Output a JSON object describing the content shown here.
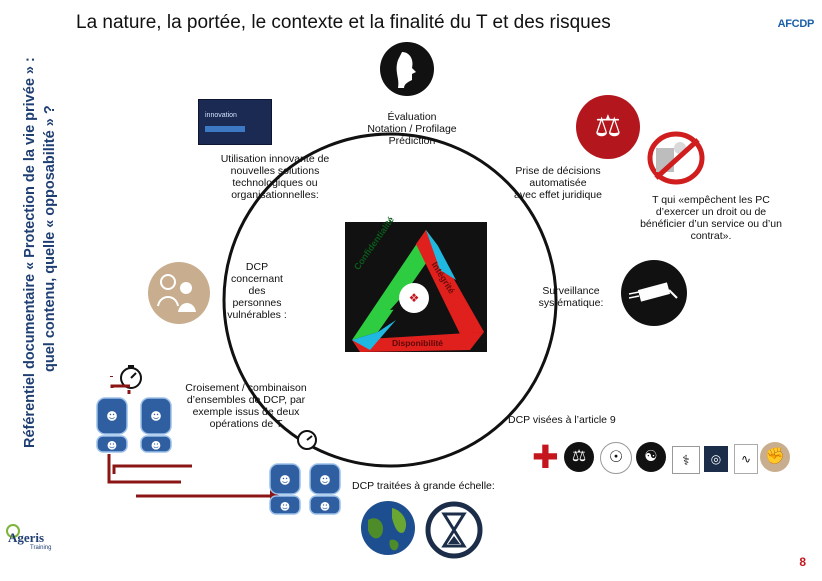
{
  "sidebar": {
    "line1": "Référentiel documentaire « Protection de la vie privée » :",
    "line2": "quel contenu, quelle « opposabilité » ?"
  },
  "title": "La nature, la portée, le contexte et la finalité du T et des risques",
  "brand_top": "AFCDP",
  "brand_bottom": {
    "name": "Ageris",
    "sub": "Training"
  },
  "labels": {
    "evaluation": "Évaluation\nNotation / Profilage\nPrédiction",
    "innovation": "Utilisation innovante de\nnouvelles solutions\ntechnologiques ou\norganisationnelles:",
    "innovation_badge": "innovation",
    "decision": "Prise de décisions\nautomatisée\navec effet juridique",
    "pc": "T qui «empêchent les PC\nd’exercer un droit ou de\nbénéficier d’un service ou d’un\ncontrat».",
    "vulnerable": "DCP\nconcernant\ndes\npersonnes\nvulnérables :",
    "surveillance": "Surveillance\nsystématique:",
    "croisement": "Croisement / combinaison\nd’ensembles de DCP, par\nexemple issus de deux\nopérations de T",
    "article9": "DCP   visées à l’article 9",
    "grande_echelle": "DCP traitées à grande échelle:"
  },
  "triangle": {
    "left": "Confidentialité",
    "right": "Intégrité",
    "bottom": "Disponibilité"
  },
  "page_number": "8",
  "colors": {
    "sidebar_text": "#1f3f73",
    "accent_red": "#c4161c",
    "ring": "#111111",
    "tri_green": "#2ecc40",
    "tri_cyan": "#1fb8e0",
    "tri_red": "#e0201c",
    "cream": "#c8ae8f"
  },
  "icons": [
    "face-profile-icon",
    "scales-icon",
    "no-computer-icon",
    "users-icon",
    "cctv-camera-icon",
    "database-icon",
    "stopwatch-icon",
    "globe-icon",
    "hourglass-icon",
    "red-cross-icon",
    "justice-icon",
    "head-icon",
    "medical-icon",
    "dna-icon",
    "fingerprint-icon",
    "hand-icon",
    "fist-icon"
  ]
}
